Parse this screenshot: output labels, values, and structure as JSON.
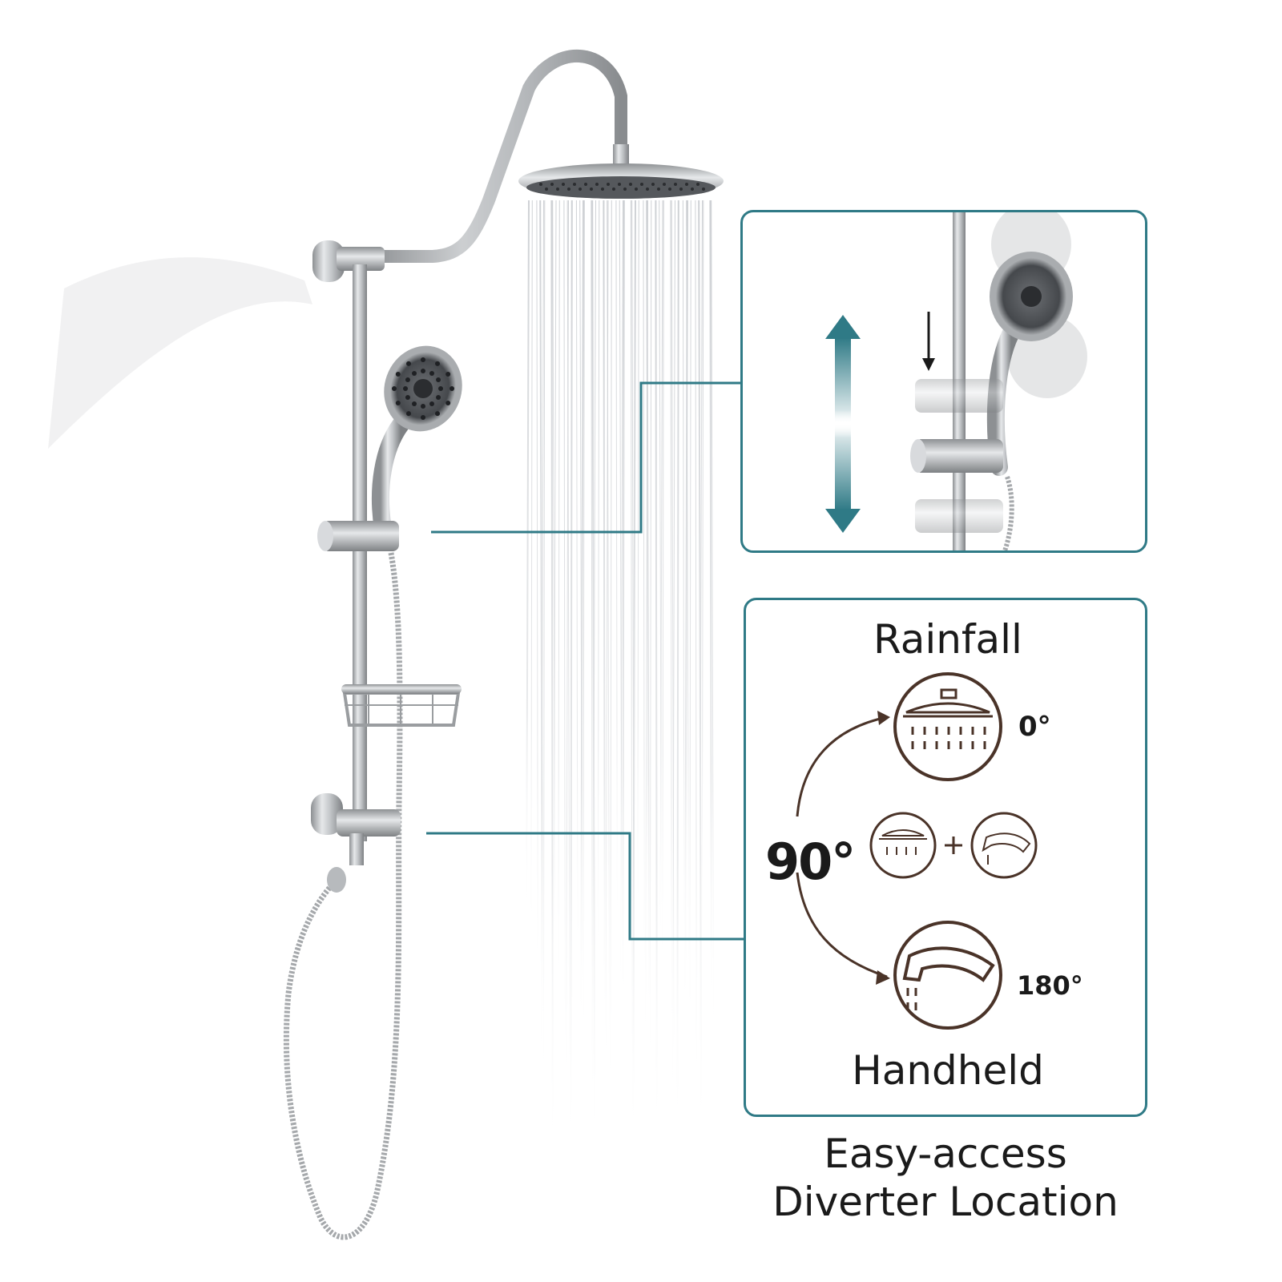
{
  "diverter_panel": {
    "top_label": "Rainfall",
    "top_angle": "0°",
    "middle_angle": "90°",
    "bottom_angle": "180°",
    "bottom_label": "Handheld"
  },
  "caption": {
    "line1": "Easy-access",
    "line2": "Diverter Location"
  },
  "colors": {
    "accent_teal": "#2f7a86",
    "icon_brown": "#4a3328",
    "chrome": "#b9bcbf"
  }
}
